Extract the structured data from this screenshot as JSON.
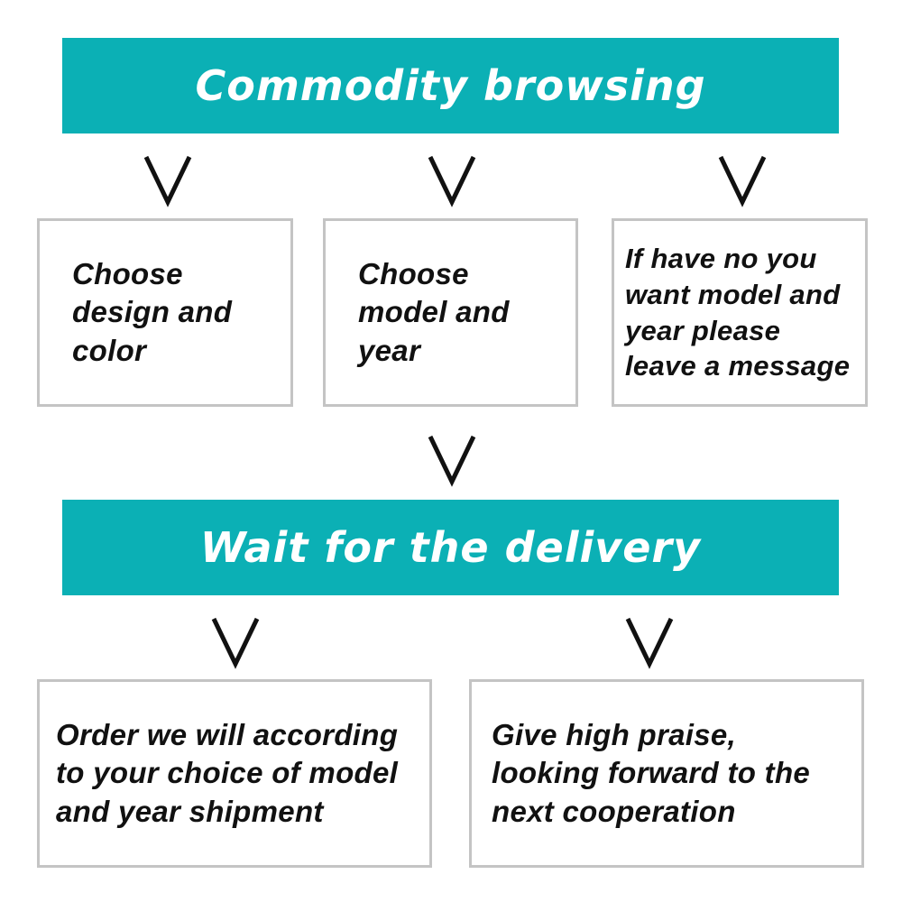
{
  "colors": {
    "banner": "#0bb0b5",
    "box_border": "#c4c4c4",
    "text": "#111111",
    "arrow": "#111111"
  },
  "banners": {
    "top": "Commodity browsing",
    "bottom": "Wait for the delivery"
  },
  "steps": {
    "design": "Choose design and color",
    "model": "Choose model and year",
    "message": "If have no you want model and year please leave a message",
    "order": "Order we will according to your choice of model and year shipment",
    "praise": "Give high praise, looking forward to the next cooperation"
  },
  "arrows": {
    "icon": "chevron-down-icon"
  }
}
